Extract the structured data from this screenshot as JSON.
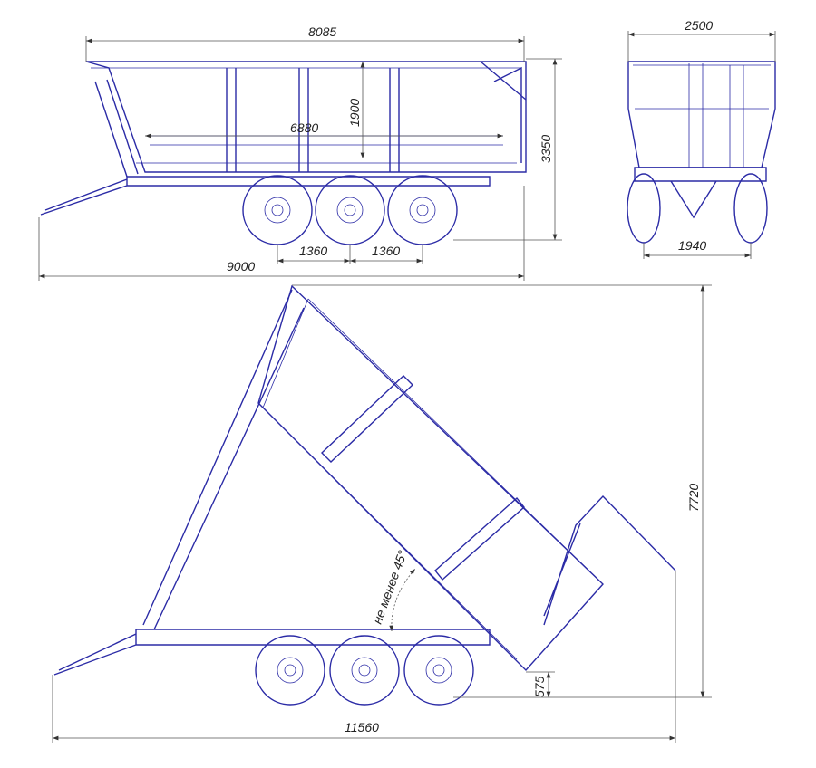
{
  "colors": {
    "line": "#2b2ba6",
    "dimension": "#555555"
  },
  "side_view": {
    "body_length": "8085",
    "side_height": "1900",
    "inner_length": "6880",
    "total_height": "3350",
    "axle_spacing_1": "1360",
    "axle_spacing_2": "1360",
    "total_length": "9000"
  },
  "rear_view": {
    "width": "2500",
    "track": "1940"
  },
  "tipped_view": {
    "height": "7720",
    "angle_label": "не менее 45°",
    "clearance": "575",
    "length": "11560"
  }
}
